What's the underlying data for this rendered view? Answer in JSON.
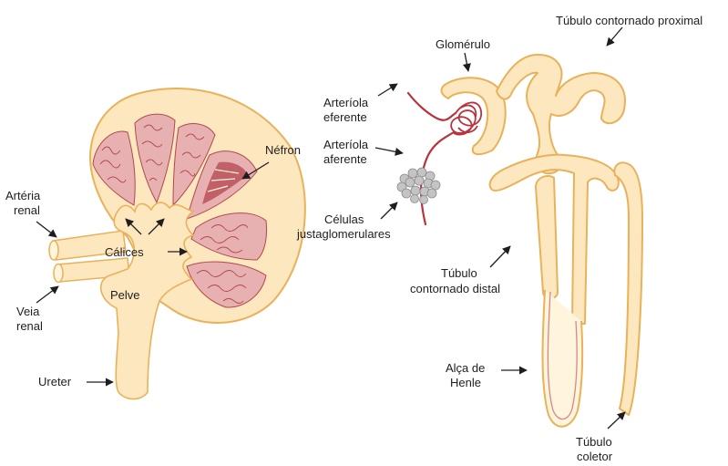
{
  "colors": {
    "tissue_fill": "#fde7bf",
    "tissue_stroke": "#e9b15a",
    "tissue_light": "#fff4dc",
    "pyramid_fill": "#e7b1b2",
    "pyramid_line": "#b5464d",
    "vessel": "#b8333c",
    "jg_cells": "#c4c4c4",
    "henle_line": "#d98686",
    "label_text": "#1e1e1e"
  },
  "labels": {
    "arteria_renal": [
      "Artéria",
      "renal"
    ],
    "veia_renal": [
      "Veia",
      "renal"
    ],
    "ureter": "Ureter",
    "pelve": "Pelve",
    "calices": "Cálices",
    "nefron": "Néfron",
    "glomerulo": "Glomérulo",
    "tubulo_proximal": "Túbulo contornado proximal",
    "arteriola_eferente": [
      "Arteríola",
      "eferente"
    ],
    "arteriola_aferente": [
      "Arteríola",
      "aferente"
    ],
    "celulas_justaglomerulares": [
      "Células",
      "justaglomerulares"
    ],
    "tubulo_distal": [
      "Túbulo",
      "contornado distal"
    ],
    "alca_henle": [
      "Alça de",
      "Henle"
    ],
    "tubulo_coletor": [
      "Túbulo",
      "coletor"
    ]
  }
}
